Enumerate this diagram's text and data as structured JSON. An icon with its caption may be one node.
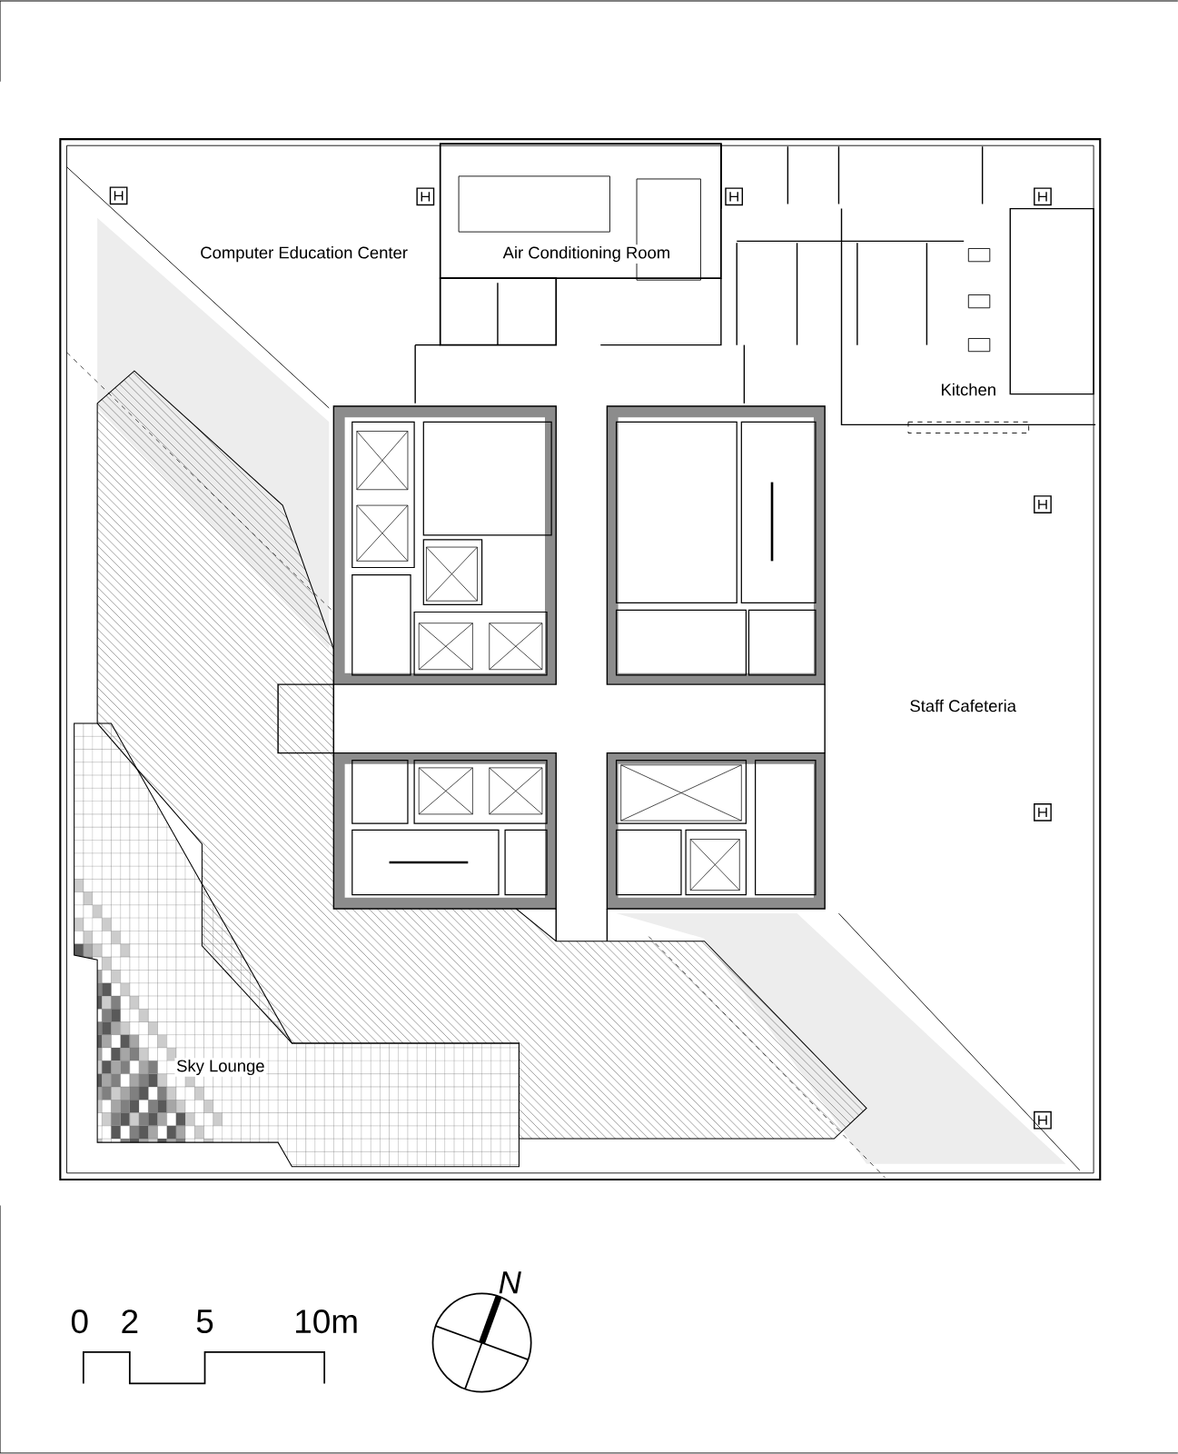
{
  "diagram": {
    "labels": [
      "Computer Education Center",
      "Air Conditioning Room",
      "Kitchen",
      "Staff Cafeteria",
      "Sky Lounge",
      "0",
      "2",
      "5",
      "10m",
      "N"
    ]
  }
}
